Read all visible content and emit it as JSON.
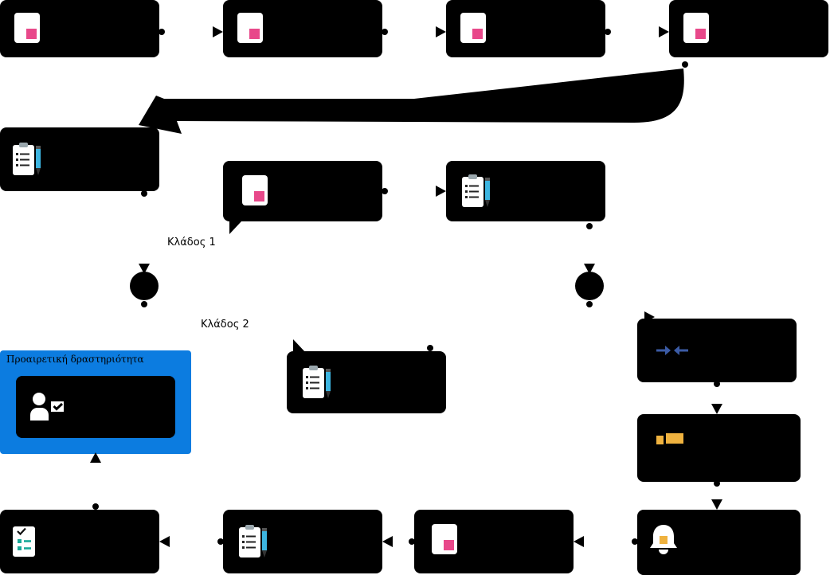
{
  "labels": {
    "branch1": "Κλάδος 1",
    "branch2": "Κλάδος 2",
    "optional_activity": "Προαιρετική δραστηριότητα"
  },
  "colors": {
    "node_fill": "#000000",
    "optional_highlight": "#0c7ce0",
    "doc_accent_pink": "#e8488a",
    "pencil_blue": "#3db5e0",
    "check_teal": "#18a999",
    "ticket_orange": "#efb23f",
    "swap_arrow_blue": "#3b5ba5",
    "icon_white": "#ffffff"
  },
  "nodes": [
    {
      "id": "step-1",
      "icon": "document-note-icon"
    },
    {
      "id": "step-2",
      "icon": "document-note-icon"
    },
    {
      "id": "step-3",
      "icon": "document-note-icon"
    },
    {
      "id": "step-4",
      "icon": "document-note-icon"
    },
    {
      "id": "step-5",
      "icon": "clipboard-pencil-icon"
    },
    {
      "id": "branch1-note",
      "icon": "document-note-icon"
    },
    {
      "id": "step-6",
      "icon": "clipboard-pencil-icon"
    },
    {
      "id": "optional-id-check",
      "icon": "identity-check-icon"
    },
    {
      "id": "branch2-task",
      "icon": "clipboard-pencil-icon"
    },
    {
      "id": "swap-step",
      "icon": "swap-arrows-icon"
    },
    {
      "id": "payment-step",
      "icon": "ticket-icon"
    },
    {
      "id": "notification-step",
      "icon": "bell-icon"
    },
    {
      "id": "document-step",
      "icon": "document-note-icon"
    },
    {
      "id": "form-step",
      "icon": "clipboard-pencil-icon"
    },
    {
      "id": "checklist-step",
      "icon": "checklist-icon"
    }
  ]
}
